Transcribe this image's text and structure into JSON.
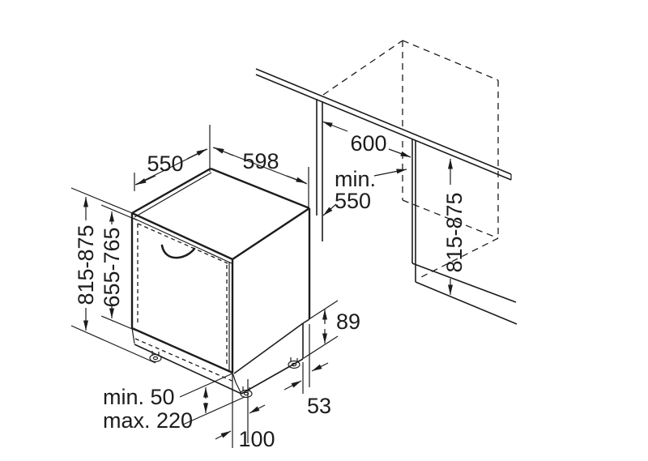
{
  "diagram": {
    "kind": "appliance-installation-dimension-drawing",
    "colors": {
      "line": "#1c1c1c",
      "background": "#ffffff"
    }
  },
  "labels": {
    "appliance_depth": "550",
    "appliance_width": "598",
    "niche_width": "600",
    "niche_min_depth_line1": "min.",
    "niche_min_depth_line2": "550",
    "niche_height_right": "815-875",
    "appliance_height_left": "815-875",
    "door_panel_height": "655-765",
    "rear_recess_height": "89",
    "rear_recess_depth": "53",
    "front_foot_setback": "100",
    "plinth_gap_line1": "min. 50",
    "plinth_gap_line2": "max. 220"
  }
}
